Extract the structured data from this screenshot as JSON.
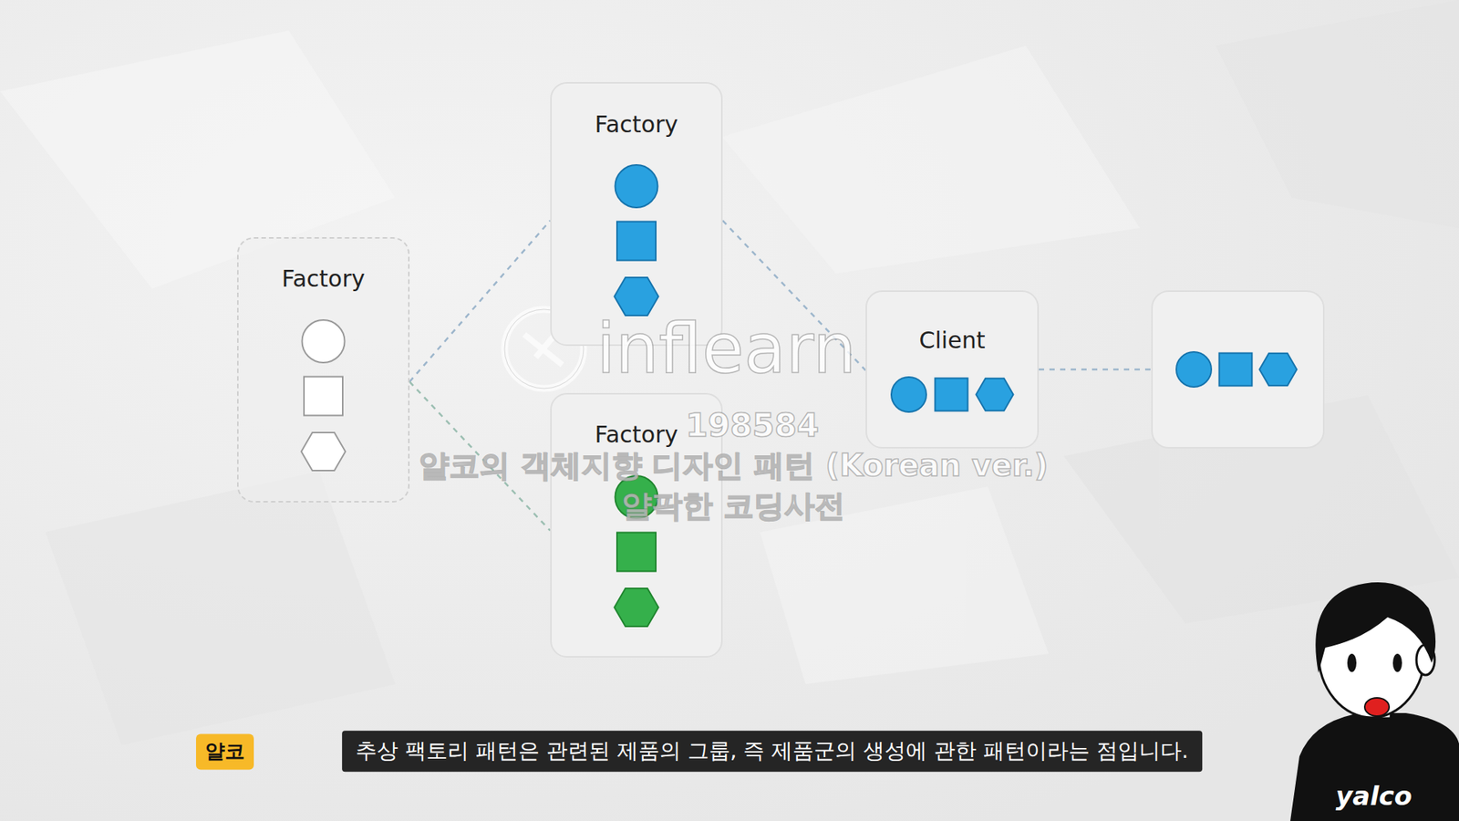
{
  "diagram": {
    "nodes": [
      {
        "text": [
          "Factory"
        ]
      },
      {
        "text": [
          "Factory"
        ]
      },
      {
        "text": [
          "Factory"
        ]
      },
      {
        "text": [
          "Client"
        ]
      }
    ],
    "edges": [
      {
        "from": 0,
        "to": 1,
        "arrow": "none"
      },
      {
        "from": 0,
        "to": 2,
        "arrow": "none"
      },
      {
        "from": 1,
        "to": 3,
        "arrow": "none"
      }
    ],
    "labels": [
      "inflearn",
      "198584",
      "얄코의 객체지향 디자인 패턴 (Korean ver.)",
      "얄팍한 코딩사전",
      "얄코",
      "추상 팩토리 패턴은 관련된 제품의 그룹, 즉 제품군의 생성에 관한 패턴이라는 점입니다.",
      "yalco"
    ]
  }
}
